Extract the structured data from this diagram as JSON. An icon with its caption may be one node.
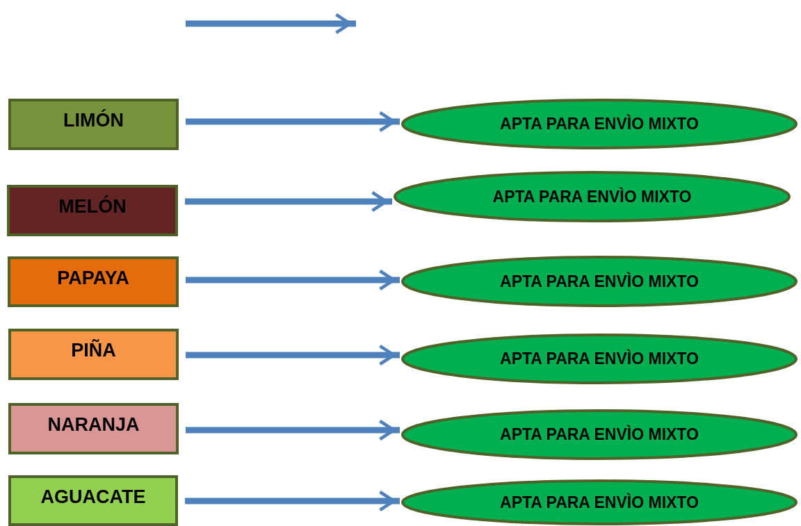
{
  "diagram": {
    "nodes": [
      {
        "text": [
          "LIMÓN"
        ]
      },
      {
        "text": [
          "MELÓN"
        ]
      },
      {
        "text": [
          "PAPAYA"
        ]
      },
      {
        "text": [
          "PIÑA"
        ]
      },
      {
        "text": [
          "NARANJA"
        ]
      },
      {
        "text": [
          "AGUACATE"
        ]
      },
      {
        "text": [
          "APTA PARA ENVÌO MIXTO"
        ]
      },
      {
        "text": [
          "APTA PARA ENVÌO MIXTO"
        ]
      },
      {
        "text": [
          "APTA PARA ENVÌO MIXTO"
        ]
      },
      {
        "text": [
          "APTA PARA ENVÌO MIXTO"
        ]
      },
      {
        "text": [
          "APTA PARA ENVÌO MIXTO"
        ]
      },
      {
        "text": [
          "APTA PARA ENVÌO MIXTO"
        ]
      }
    ],
    "edges": [
      {
        "from": 0,
        "to": 6,
        "arrow": "to"
      },
      {
        "from": 1,
        "to": 7,
        "arrow": "to"
      },
      {
        "from": 2,
        "to": 8,
        "arrow": "to"
      },
      {
        "from": 3,
        "to": 9,
        "arrow": "to"
      },
      {
        "from": 4,
        "to": 10,
        "arrow": "to"
      },
      {
        "from": 5,
        "to": 11,
        "arrow": "to"
      }
    ]
  }
}
